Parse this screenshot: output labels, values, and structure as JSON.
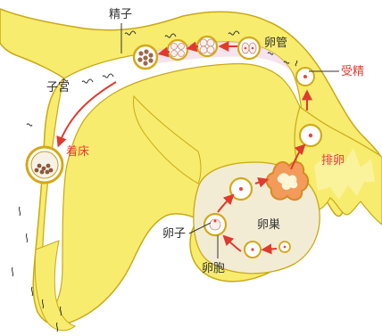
{
  "labels": {
    "sperm": "精子",
    "uterus": "子宮",
    "oviduct": "卵管",
    "fertilization": "受精",
    "implantation": "着床",
    "ovulation": "排卵",
    "ovary": "卵巣",
    "ovum": "卵子",
    "follicle": "卵胞"
  },
  "colors": {
    "organ_fill": "#f7ec6e",
    "organ_stroke": "#c9a914",
    "lumen_fill": "#ffffff",
    "lumen_tint": "#f3dcea",
    "arrow": "#e03a2f",
    "highlight_label": "#e8382f",
    "label": "#333333",
    "cell_ring": "#d3a916",
    "nucleus": "#e8463c",
    "ovary_fill": "#f3ecd4"
  },
  "icons": [
    "sperm-cell-icon",
    "egg-cell-icon",
    "blastocyst-icon",
    "morula-icon",
    "ovulating-follicle-icon"
  ]
}
